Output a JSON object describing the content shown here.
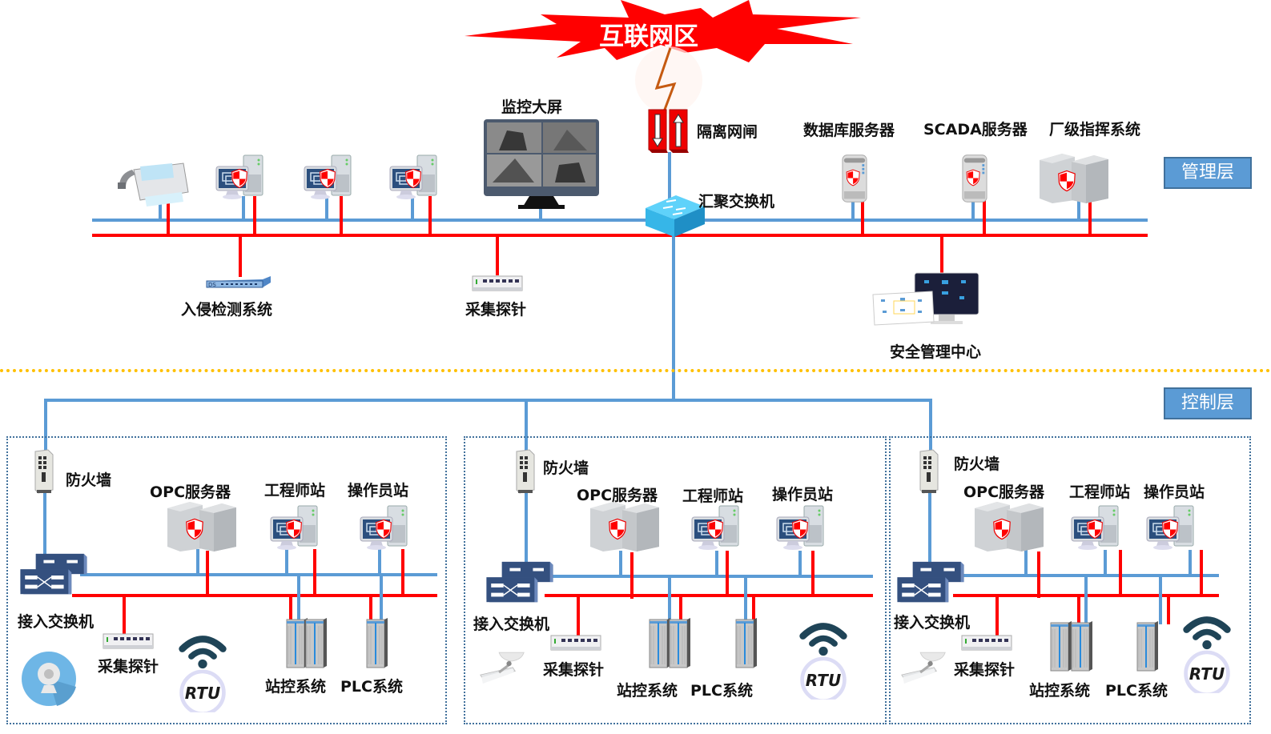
{
  "title": "工控安全网络拓扑",
  "colors": {
    "network_blue": "#5b9bd5",
    "network_red": "#ff0000",
    "zone_border": "#41719c",
    "layer_divider": "#ffc000",
    "internet_burst": "#ff0000"
  },
  "internet": {
    "label": "互联网区"
  },
  "layers": {
    "management": "管理层",
    "control": "控制层"
  },
  "management": {
    "monitor_wall": "监控大屏",
    "gateway": "隔离网闸",
    "core_switch": "汇聚交换机",
    "db_server": "数据库服务器",
    "scada_server": "SCADA服务器",
    "command_system": "厂级指挥系统",
    "ids": "入侵检测系统",
    "probe": "采集探针",
    "soc": "安全管理中心",
    "ids_badge": "DS"
  },
  "zones": [
    {
      "firewall": "防火墙",
      "opc": "OPC服务器",
      "engineer": "工程师站",
      "operator": "操作员站",
      "access_switch": "接入交换机",
      "probe": "采集探针",
      "station": "站控系统",
      "plc": "PLC系统",
      "rtu": "RTU"
    },
    {
      "firewall": "防火墙",
      "opc": "OPC服务器",
      "engineer": "工程师站",
      "operator": "操作员站",
      "access_switch": "接入交换机",
      "probe": "采集探针",
      "station": "站控系统",
      "plc": "PLC系统",
      "rtu": "RTU"
    },
    {
      "firewall": "防火墙",
      "opc": "OPC服务器",
      "engineer": "工程师站",
      "operator": "操作员站",
      "access_switch": "接入交换机",
      "probe": "采集探针",
      "station": "站控系统",
      "plc": "PLC系统",
      "rtu": "RTU"
    }
  ]
}
